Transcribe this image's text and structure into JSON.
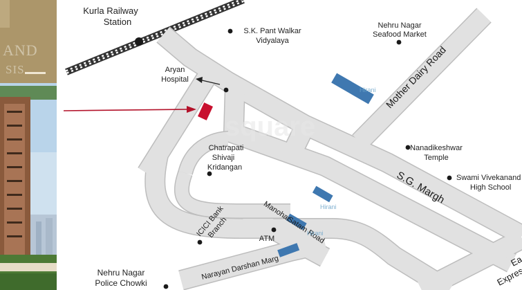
{
  "brand": {
    "partial_text_1": "AND",
    "partial_text_2": "SIS"
  },
  "landmarks": {
    "kurla_station": [
      "Kurla Railway",
      "Station"
    ],
    "sk_pant": [
      "S.K. Pant Walkar",
      "Vidyalaya"
    ],
    "nehru_seafood": [
      "Nehru Nagar",
      "Seafood Market"
    ],
    "aryan_hospital": [
      "Aryan",
      "Hospital"
    ],
    "chatrapati": [
      "Chatrapati",
      "Shivaji",
      "Kridangan"
    ],
    "nanadikeshwar": [
      "Nanadikeshwar",
      "Temple"
    ],
    "swami": [
      "Swami Vivekanand",
      "High School"
    ],
    "icici": [
      "ICICI Bank",
      "Branch"
    ],
    "atm": "ATM",
    "police": [
      "Nehru Nagar",
      "Police Chowki"
    ]
  },
  "roads": {
    "mother_dairy": "Mother Dairy Road",
    "sg_margh": "S.G. Margh",
    "manohar": [
      "Manohar",
      "Satam Road"
    ],
    "narayan": "Narayan Darshan Marg",
    "eastern": [
      "Ea",
      "Expres"
    ]
  },
  "hirani_labels": [
    "Hirani",
    "Hirani",
    "Hirani"
  ],
  "watermark": "square",
  "colors": {
    "road_fill": "#e1e1e1",
    "road_edge": "#bdbdbd",
    "building": "#3f78b0",
    "site_marker": "#c8102e",
    "pointer_arrow": "#b3122a",
    "brand_panel": "#e9e2d1",
    "brand_panel_dark": "#a28d61"
  }
}
